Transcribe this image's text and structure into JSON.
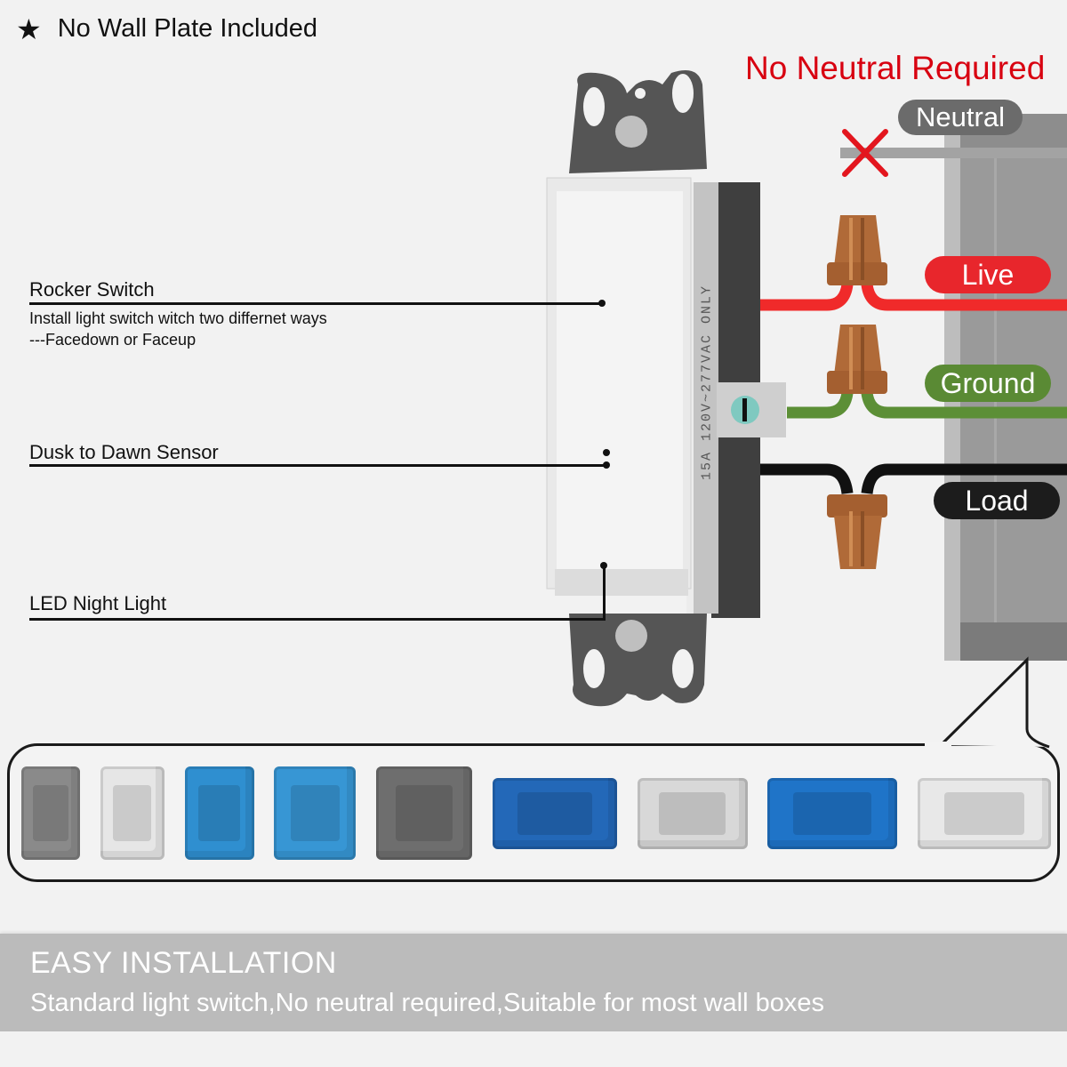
{
  "notice": {
    "icon": "star-icon",
    "text": "No Wall Plate Included"
  },
  "headline": {
    "text": "No Neutral Required",
    "color": "#d80010"
  },
  "callouts": [
    {
      "title": "Rocker Switch",
      "subtitle_lines": [
        "Install light switch witch two differnet ways",
        "---Facedown or Faceup"
      ]
    },
    {
      "title": "Dusk to Dawn Sensor"
    },
    {
      "title": "LED Night Light"
    }
  ],
  "switch": {
    "side_marking": "15A 120V~277VAC ONLY"
  },
  "wires": [
    {
      "name": "Neutral",
      "color": "#6b6b6b",
      "status": "not-required",
      "status_icon": "red-x-icon"
    },
    {
      "name": "Live",
      "color": "#e8262c"
    },
    {
      "name": "Ground",
      "color": "#5a8a34"
    },
    {
      "name": "Load",
      "color": "#1c1c1c"
    }
  ],
  "wall_boxes": [
    {
      "name": "metal-handy-box",
      "color": "#8a8a8a"
    },
    {
      "name": "white-weatherproof-box",
      "color": "#e6e6e6"
    },
    {
      "name": "blue-single-gang-box",
      "color": "#2f8fd0"
    },
    {
      "name": "blue-old-work-box",
      "color": "#3796d4"
    },
    {
      "name": "gray-two-gang-box",
      "color": "#6e6e6e"
    },
    {
      "name": "blue-three-gang-box",
      "color": "#2368b8"
    },
    {
      "name": "metal-two-gang-box",
      "color": "#d8d8d8"
    },
    {
      "name": "blue-four-gang-box",
      "color": "#1f74c8"
    },
    {
      "name": "metal-four-gang-box",
      "color": "#e8e8e8"
    }
  ],
  "banner": {
    "title": "EASY INSTALLATION",
    "subtitle": "Standard light switch,No neutral required,Suitable for most wall boxes"
  }
}
